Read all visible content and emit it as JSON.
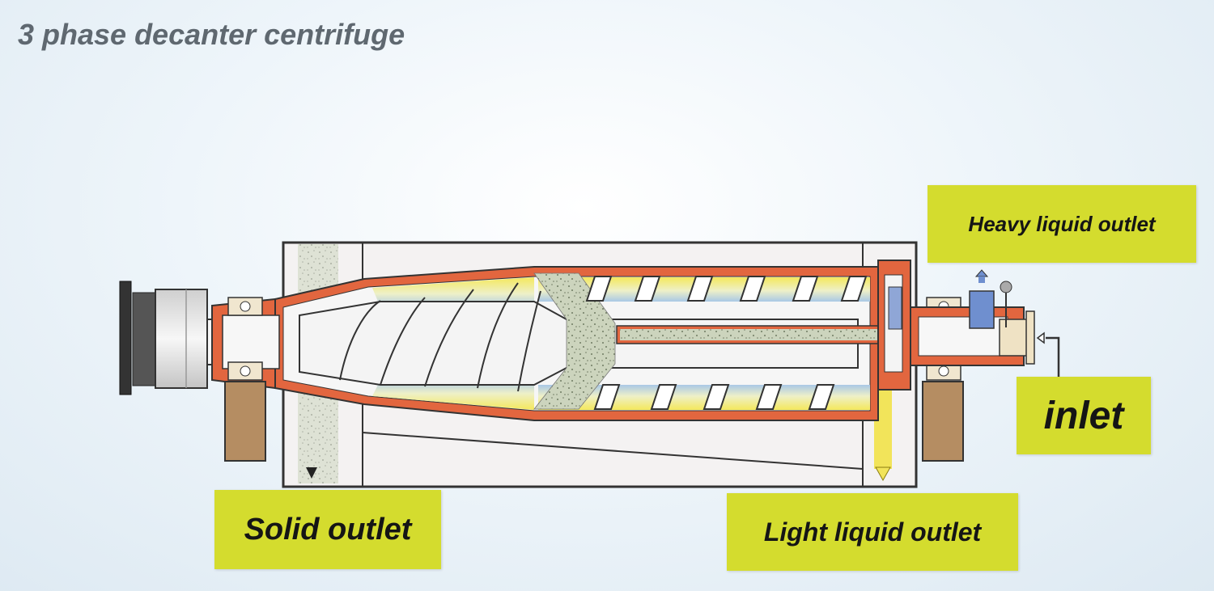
{
  "title": "3 phase decanter centrifuge",
  "labels": {
    "heavy_liquid_outlet": "Heavy liquid outlet",
    "inlet": "inlet",
    "solid_outlet": "Solid outlet",
    "light_liquid_outlet": "Light liquid outlet"
  },
  "colors": {
    "label_background": "#d4dc2e",
    "housing_outline": "#333333",
    "bowl_wall": "#e2663f",
    "light_phase": "#f2e45a",
    "heavy_phase": "#a9c8e6",
    "solids": "#c9d2b9",
    "bearing": "#a88a62",
    "motor": "#e6e6e6"
  }
}
